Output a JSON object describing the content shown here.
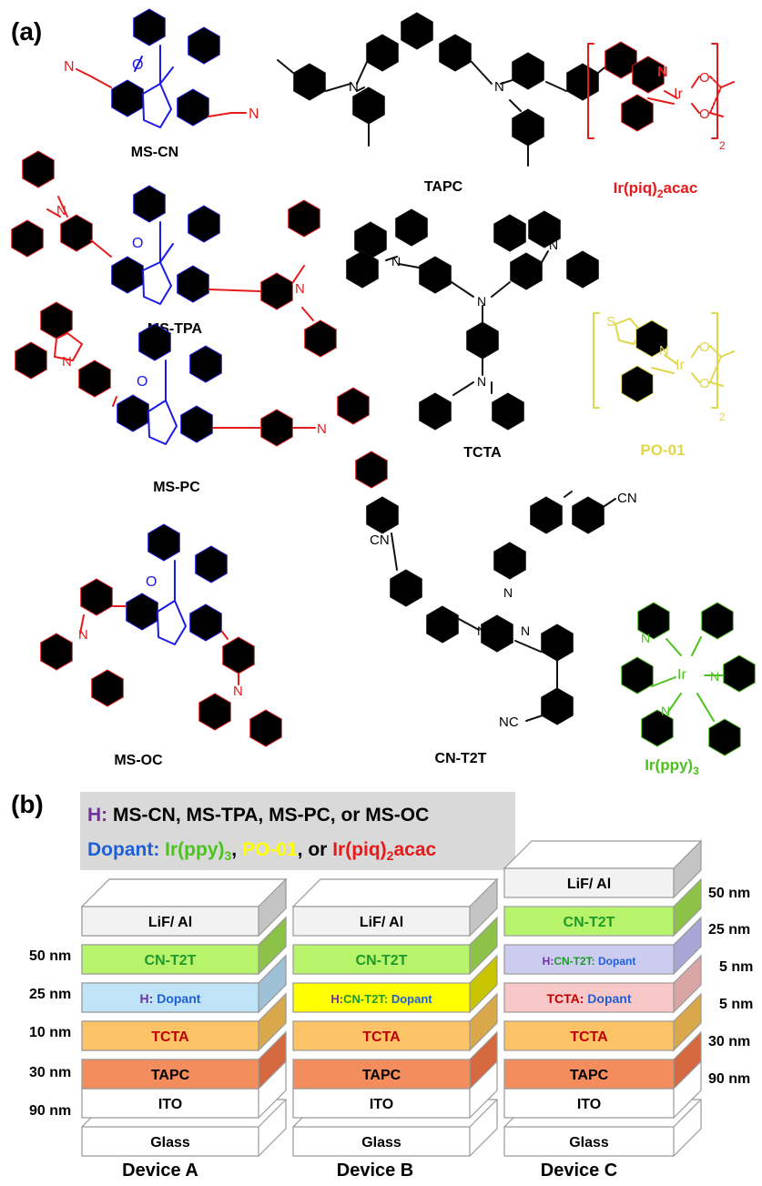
{
  "panel_a": {
    "label": "(a)",
    "compounds": {
      "ms_cn": "MS-CN",
      "tapc": "TAPC",
      "ir_piq": {
        "main": "Ir(piq)",
        "sub": "2",
        "tail": "acac"
      },
      "ms_tpa": "MS-TPA",
      "tcta": "TCTA",
      "ms_pc": "MS-PC",
      "po01": "PO-01",
      "ms_oc": "MS-OC",
      "cn_t2t": "CN-T2T",
      "ir_ppy": {
        "main": "Ir(ppy)",
        "sub": "3"
      }
    },
    "atoms": {
      "n": "N",
      "o": "O",
      "ir": "Ir",
      "s": "S",
      "cn": "CN",
      "nc": "NC",
      "sub2": "2"
    }
  },
  "panel_b": {
    "label": "(b)",
    "legend": {
      "h_key": "H:",
      "h_text": " MS-CN, MS-TPA, MS-PC, or MS-OC",
      "dopant_key": "Dopant:",
      "ir_ppy_main": " Ir(ppy)",
      "ir_ppy_sub": "3",
      "comma1": ", ",
      "po01": "PO-01",
      "comma2": ", or ",
      "ir_piq_main": "Ir(piq)",
      "ir_piq_sub": "2",
      "ir_piq_tail": "acac"
    },
    "thickness_left": [
      "50 nm",
      "25 nm",
      "10 nm",
      "30 nm",
      "90 nm"
    ],
    "thickness_right": [
      "50 nm",
      "25 nm",
      "5 nm",
      "5 nm",
      "30 nm",
      "90 nm"
    ],
    "devices": [
      {
        "name": "Device A",
        "layers": {
          "cathode": "LiF/ Al",
          "etl": "CN-T2T",
          "eml_h": "H:",
          "eml_d": " Dopant",
          "htl2": "TCTA",
          "htl1": "TAPC",
          "ito": "ITO",
          "glass": "Glass"
        }
      },
      {
        "name": "Device B",
        "layers": {
          "cathode": "LiF/ Al",
          "etl": "CN-T2T",
          "eml_h": "H:",
          "eml_c": "CN-T2T:",
          "eml_d": " Dopant",
          "htl2": "TCTA",
          "htl1": "TAPC",
          "ito": "ITO",
          "glass": "Glass"
        }
      },
      {
        "name": "Device C",
        "layers": {
          "cathode": "LiF/ Al",
          "etl": "CN-T2T",
          "eml2_h": "H:",
          "eml2_c": "CN-T2T:",
          "eml2_d": " Dopant",
          "eml1_t": "TCTA:",
          "eml1_d": " Dopant",
          "htl2": "TCTA",
          "htl1": "TAPC",
          "ito": "ITO",
          "glass": "Glass"
        }
      }
    ]
  },
  "colors": {
    "host_blue": "#1a1ae6",
    "substituent_red": "#e61a1a",
    "po01_yellow": "#e0d64a",
    "ir_ppy_green": "#4cc21f",
    "h_purple": "#7030a0",
    "dopant_blue": "#1f5fd6",
    "cn_t2t_green": "#1e9a2a",
    "tcta_red": "#c00000"
  }
}
